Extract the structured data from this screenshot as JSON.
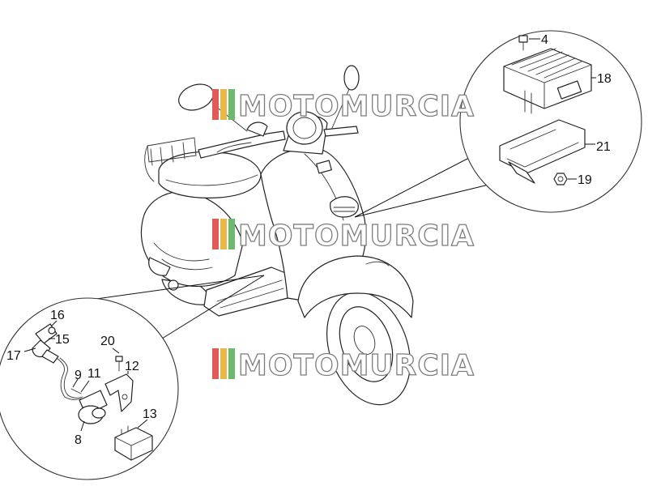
{
  "watermark": {
    "text": "MOTOMURCIA",
    "stripe_colors": [
      "#e05a5a",
      "#e8b84a",
      "#6cb86c"
    ]
  },
  "callouts": [
    {
      "id": "4",
      "label": "4"
    },
    {
      "id": "18",
      "label": "18"
    },
    {
      "id": "21",
      "label": "21"
    },
    {
      "id": "19",
      "label": "19"
    },
    {
      "id": "16",
      "label": "16"
    },
    {
      "id": "15",
      "label": "15"
    },
    {
      "id": "17",
      "label": "17"
    },
    {
      "id": "20",
      "label": "20"
    },
    {
      "id": "12",
      "label": "12"
    },
    {
      "id": "9",
      "label": "9"
    },
    {
      "id": "11",
      "label": "11"
    },
    {
      "id": "8",
      "label": "8"
    },
    {
      "id": "13",
      "label": "13"
    }
  ]
}
